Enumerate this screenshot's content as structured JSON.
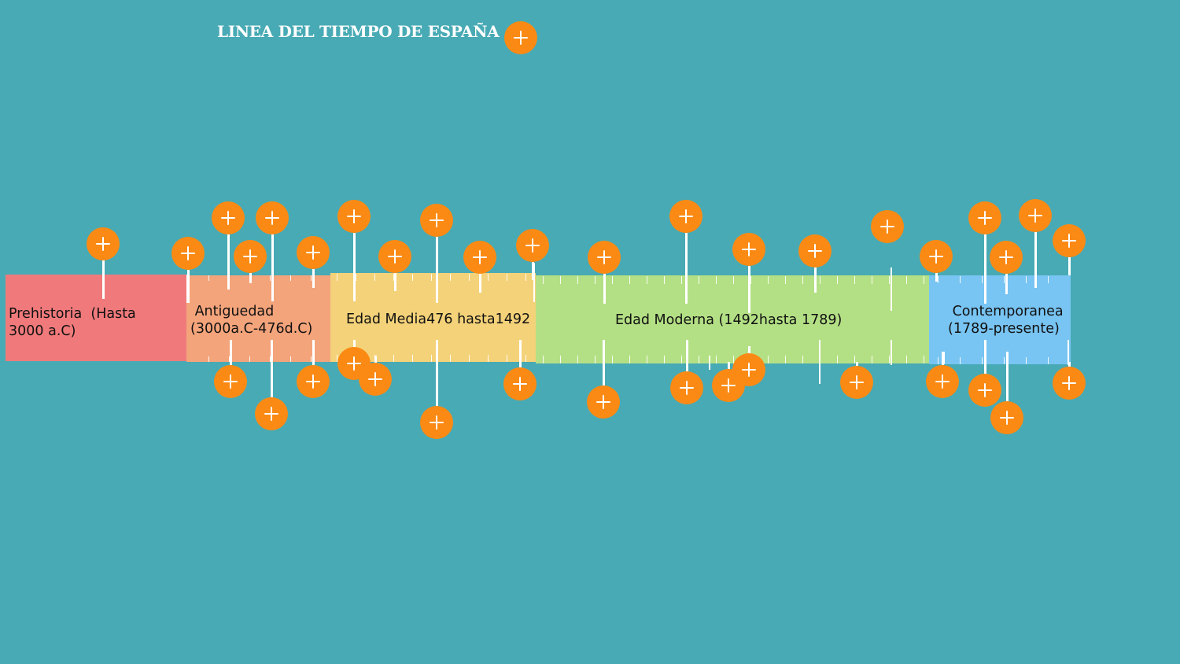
{
  "title": "LINEA DEL TIEMPO DE ESPAÑA",
  "colors": {
    "background": "#48aab4",
    "marker": "#fb8a14",
    "prehistoria": "#f07a7b",
    "antiguedad": "#f4a47b",
    "edad_media": "#f4d279",
    "edad_moderna": "#b4e085",
    "contemporanea": "#78c4f2"
  },
  "segments": [
    {
      "id": "prehistoria",
      "label": "Prehistoria  (Hasta\n3000 a.C)"
    },
    {
      "id": "antiguedad",
      "label": " Antiguedad\n(3000a.C-476d.C)"
    },
    {
      "id": "edad-media",
      "label": "Edad Media476 hasta1492"
    },
    {
      "id": "edad-moderna",
      "label": "Edad Moderna (1492hasta 1789)"
    },
    {
      "id": "contemporanea",
      "label": " Contemporanea\n(1789-presente)"
    }
  ],
  "marker_icon": "plus-icon"
}
